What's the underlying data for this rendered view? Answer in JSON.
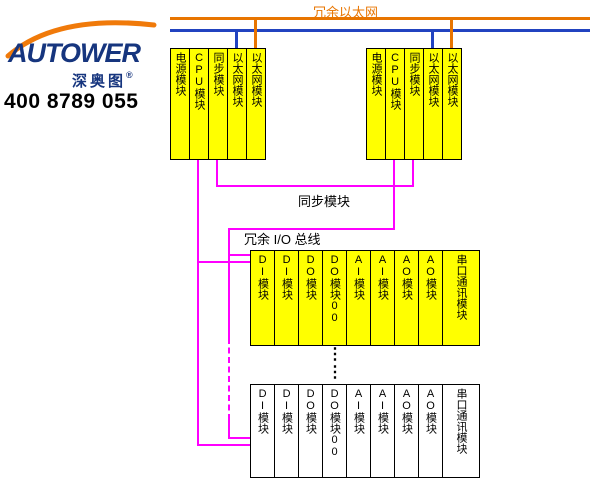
{
  "branding": {
    "logo_text": "AUTOWER",
    "logo_sub": "深奥图",
    "logo_reg": "®",
    "phone": "400 8789 055"
  },
  "labels": {
    "ethernet": "冗余以太网",
    "sync_link": "同步模块",
    "io_bus": "冗余 I/O 总线",
    "continuation_dots": "⋮"
  },
  "colors": {
    "yellow": "#FFFF00",
    "magenta": "#FF00FF",
    "orange": "#E87500",
    "blue": "#2143C0",
    "logo_blue": "#16357E"
  },
  "controller_rack_1": {
    "modules": [
      "电源模块",
      "CPU模块",
      "同步模块",
      "以太网模块",
      "以太网模块"
    ]
  },
  "controller_rack_2": {
    "modules": [
      "电源模块",
      "CPU模块",
      "同步模块",
      "以太网模块",
      "以太网模块"
    ]
  },
  "io_rack_1": {
    "modules": [
      "DI模块",
      "DI模块",
      "DO模块",
      "DO模块00",
      "AI模块",
      "AI模块",
      "AO模块",
      "AO模块",
      "串口通讯模块"
    ]
  },
  "io_rack_2": {
    "modules": [
      "DI模块",
      "DI模块",
      "DO模块",
      "DO模块00",
      "AI模块",
      "AI模块",
      "AO模块",
      "AO模块",
      "串口通讯模块"
    ]
  }
}
